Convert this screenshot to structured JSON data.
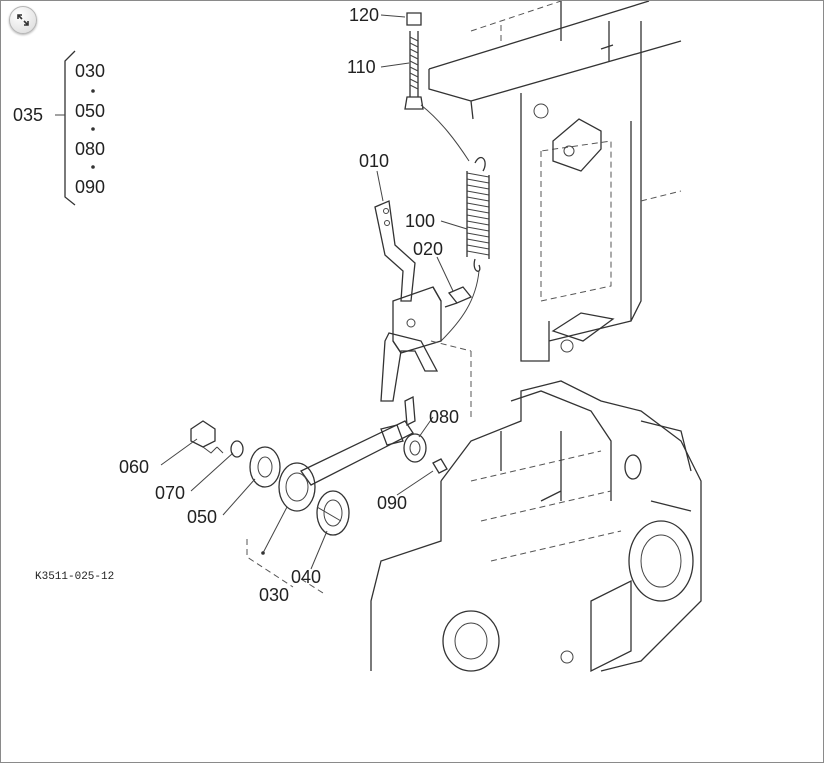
{
  "viewer": {
    "expand_icon": "expand-icon"
  },
  "diagram": {
    "drawing_code": "K3511-025-12",
    "parts": [
      {
        "id": "120",
        "label": "120"
      },
      {
        "id": "110",
        "label": "110"
      },
      {
        "id": "010",
        "label": "010"
      },
      {
        "id": "100",
        "label": "100"
      },
      {
        "id": "020",
        "label": "020"
      },
      {
        "id": "080",
        "label": "080"
      },
      {
        "id": "090",
        "label": "090"
      },
      {
        "id": "060",
        "label": "060"
      },
      {
        "id": "070",
        "label": "070"
      },
      {
        "id": "050",
        "label": "050"
      },
      {
        "id": "040",
        "label": "040"
      },
      {
        "id": "030",
        "label": "030"
      }
    ],
    "kit": {
      "label": "035",
      "members": [
        "030",
        "050",
        "080",
        "090"
      ]
    }
  }
}
